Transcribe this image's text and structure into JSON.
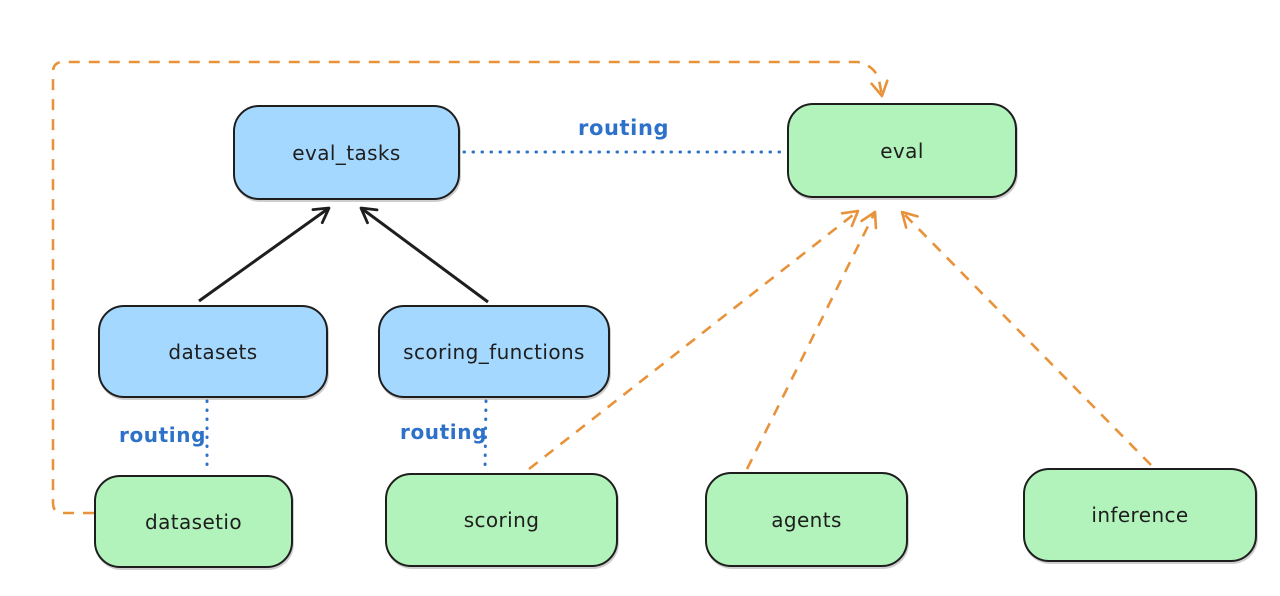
{
  "diagram": {
    "colors": {
      "background": "#ffffff",
      "node_stroke": "#1e1e1e",
      "blue_node_fill": "#a5d8ff",
      "green_node_fill": "#b2f2bb",
      "routing_blue": "#2d71c9",
      "orange_dashed": "#e8923a",
      "black_arrow": "#1e1e1e"
    },
    "nodes": [
      {
        "id": "eval_tasks",
        "label": "eval_tasks",
        "color": "blue"
      },
      {
        "id": "eval",
        "label": "eval",
        "color": "green"
      },
      {
        "id": "datasets",
        "label": "datasets",
        "color": "blue"
      },
      {
        "id": "scoring_functions",
        "label": "scoring_functions",
        "color": "blue"
      },
      {
        "id": "datasetio",
        "label": "datasetio",
        "color": "green"
      },
      {
        "id": "scoring",
        "label": "scoring",
        "color": "green"
      },
      {
        "id": "agents",
        "label": "agents",
        "color": "green"
      },
      {
        "id": "inference",
        "label": "inference",
        "color": "green"
      }
    ],
    "edges": [
      {
        "from": "datasets",
        "to": "eval_tasks",
        "style": "solid-black-arrow",
        "label": ""
      },
      {
        "from": "scoring_functions",
        "to": "eval_tasks",
        "style": "solid-black-arrow",
        "label": ""
      },
      {
        "from": "eval_tasks",
        "to": "eval",
        "style": "dotted-blue",
        "label": "routing"
      },
      {
        "from": "datasets",
        "to": "datasetio",
        "style": "dotted-blue",
        "label": "routing"
      },
      {
        "from": "scoring_functions",
        "to": "scoring",
        "style": "dotted-blue",
        "label": "routing"
      },
      {
        "from": "datasetio",
        "to": "eval",
        "style": "dashed-orange-arrow",
        "label": ""
      },
      {
        "from": "scoring",
        "to": "eval",
        "style": "dashed-orange-arrow",
        "label": ""
      },
      {
        "from": "agents",
        "to": "eval",
        "style": "dashed-orange-arrow",
        "label": ""
      },
      {
        "from": "inference",
        "to": "eval",
        "style": "dashed-orange-arrow",
        "label": ""
      }
    ]
  }
}
